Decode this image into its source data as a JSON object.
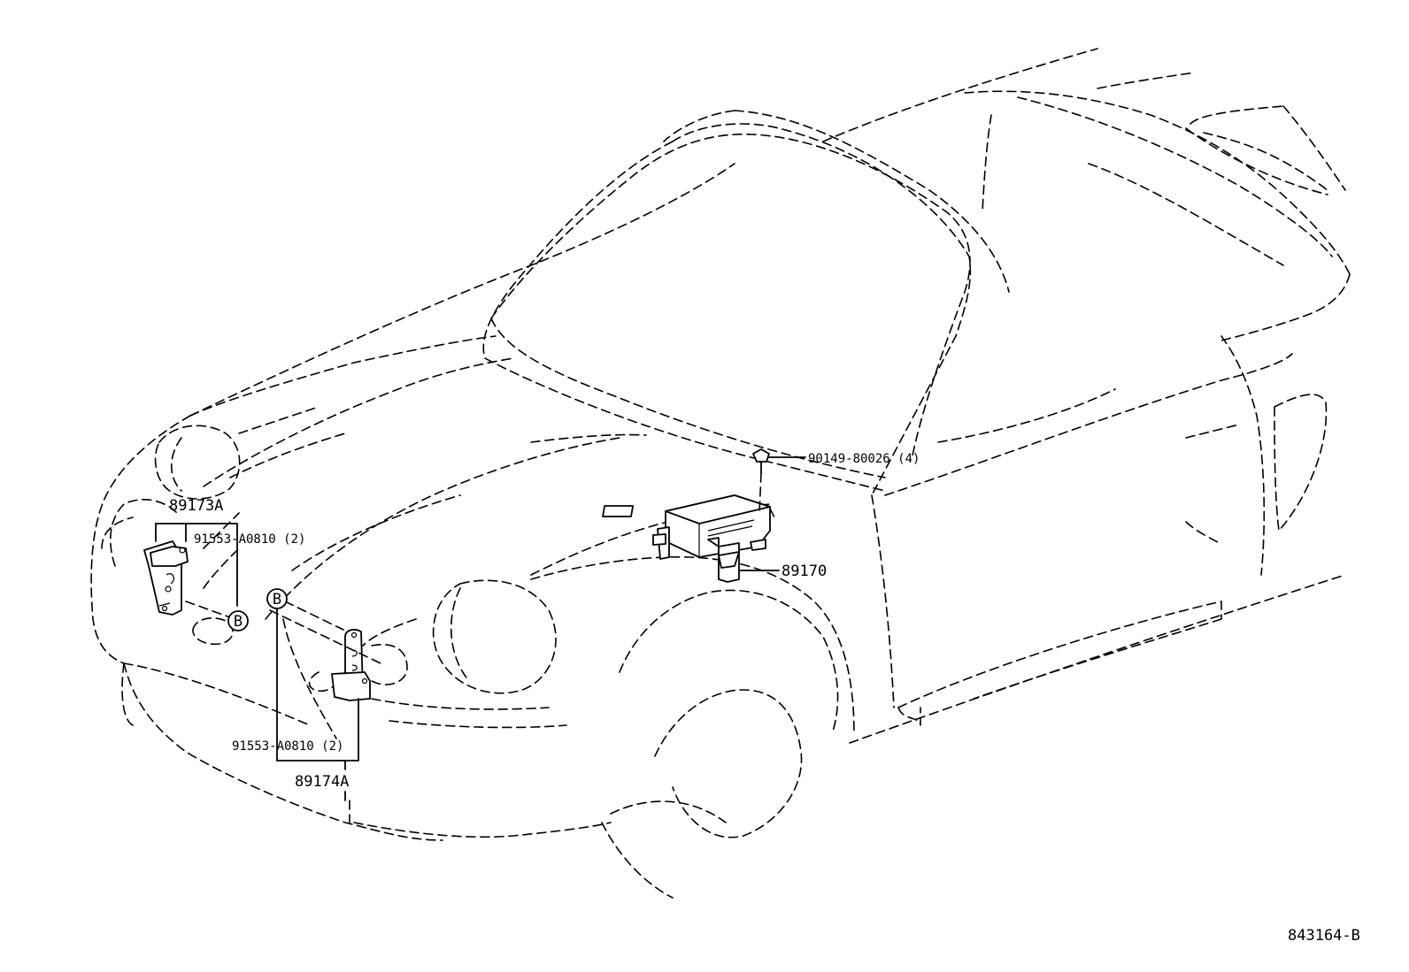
{
  "callouts": {
    "sensor_front_left": "89173A",
    "bolt_front_left": "91553-A0810 (2)",
    "marker_left": "B",
    "marker_center": "B",
    "bolt_front_center": "91553-A0810 (2)",
    "bracket_front_center": "89174A",
    "screw_ecu": "90149-80026 (4)",
    "ecu": "89170"
  },
  "figure_code": "843164-B"
}
